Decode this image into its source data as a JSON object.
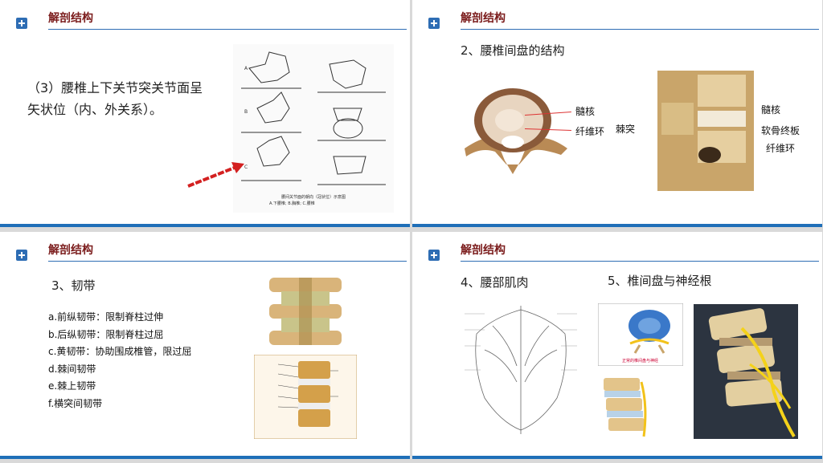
{
  "slides": [
    {
      "header": "解剖结构",
      "body": "（3）腰椎上下关节突关节面呈矢状位（内、外关系）。",
      "figure_caption": "腰间关节面的朝向（冠状位）示意图",
      "figure_sublabel": "A.下腰椎; B.胸椎; C.腰椎"
    },
    {
      "header": "解剖结构",
      "subtitle": "2、腰椎间盘的结构",
      "labels": [
        "髓核",
        "纤维环",
        "棘突",
        "髓核",
        "软骨终板",
        "纤维环"
      ]
    },
    {
      "header": "解剖结构",
      "subtitle": "3、韧带",
      "items": [
        "a.前纵韧带：限制脊柱过伸",
        "b.后纵韧带：限制脊柱过屈",
        "c.黄韧带：协助围成椎管，限过屈",
        "d.棘间韧带",
        "e.棘上韧带",
        "f.横突间韧带"
      ]
    },
    {
      "header": "解剖结构",
      "subtitle_left": "4、腰部肌肉",
      "subtitle_right": "5、椎间盘与神经根",
      "figure_caption": "正常的椎间盘与神经"
    }
  ],
  "colors": {
    "accent": "#2e6db4",
    "title": "#7b1c1c",
    "bar": "#1f6fb8"
  }
}
